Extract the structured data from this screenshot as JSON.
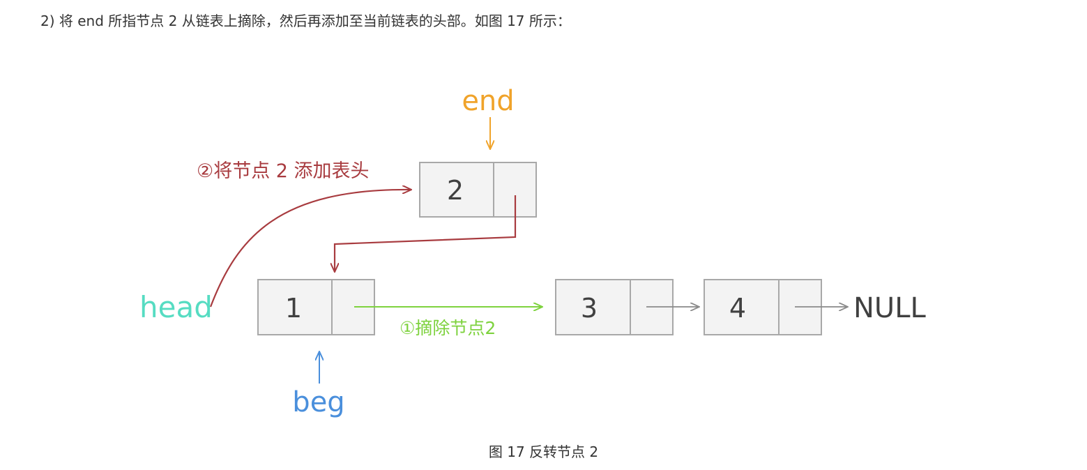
{
  "intro_text": "2) 将 end 所指节点 2 从链表上摘除，然后再添加至当前链表的头部。如图 17 所示：",
  "caption": "图 17 反转节点 2",
  "diagram": {
    "nodes": [
      {
        "id": "node-2",
        "value": "2"
      },
      {
        "id": "node-1",
        "value": "1"
      },
      {
        "id": "node-3",
        "value": "3"
      },
      {
        "id": "node-4",
        "value": "4"
      }
    ],
    "labels": {
      "end": "end",
      "head": "head",
      "beg": "beg",
      "null": "NULL",
      "step_add_head": "②将节点 2 添加表头",
      "step_remove": "①摘除节点2"
    },
    "colors": {
      "end": "#f0a32a",
      "head": "#56dcc2",
      "beg": "#4a8fdc",
      "step_add_head": "#a83b3f",
      "step_remove": "#7ed23e",
      "node_border": "#a8a8a8",
      "node_fill": "#f3f3f3",
      "pointer": "#8a8a8a"
    }
  }
}
